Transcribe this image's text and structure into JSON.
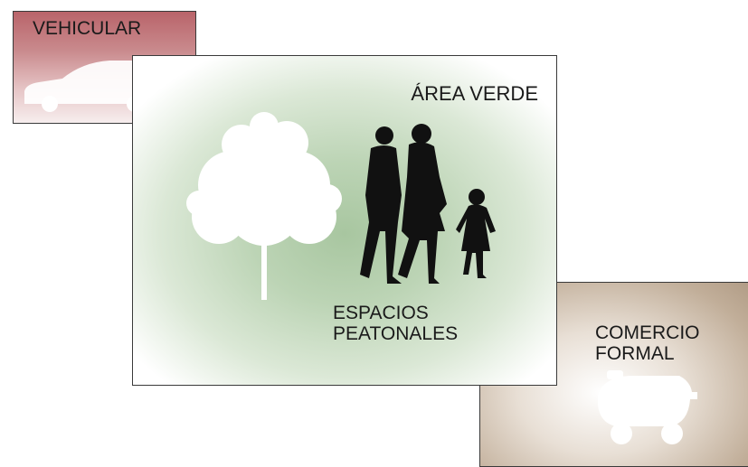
{
  "panels": {
    "vehicular": {
      "label": "VEHICULAR",
      "icon": "car-icon",
      "color": "#b9646a"
    },
    "area_verde": {
      "label": "ÁREA VERDE",
      "icon_tree": "tree-icon",
      "icon_people": "pedestrians-icon",
      "color": "#a8c6a0"
    },
    "espacios_peatonales": {
      "line1": "ESPACIOS",
      "line2": "PEATONALES"
    },
    "comercio_formal": {
      "line1": "COMERCIO",
      "line2": "FORMAL",
      "icon": "vendor-cart-icon",
      "color": "#b19c86"
    }
  }
}
